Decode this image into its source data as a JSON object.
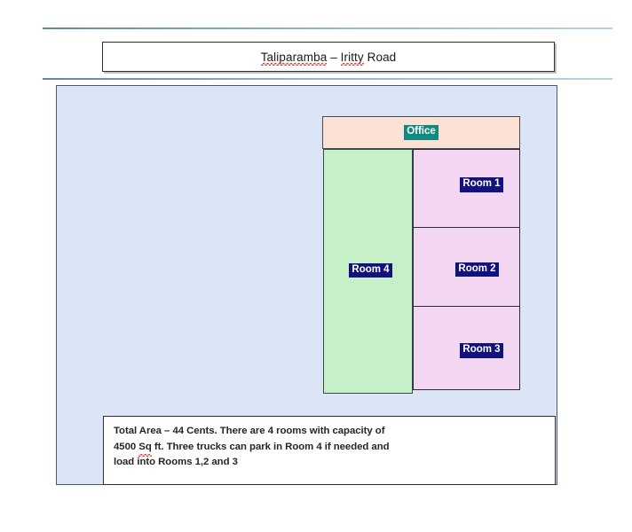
{
  "slide": {
    "title": {
      "full": "Taliparamba – Iritty Road",
      "part_1": "Taliparamba",
      "separator": " – ",
      "part_2": "Iritty",
      "part_3": " Road",
      "misspelled": [
        "Taliparamba",
        "Iritty"
      ]
    },
    "rules": {
      "color": "#5f8a9b",
      "count": 2
    }
  },
  "floorplan": {
    "background_color": "#dbe5f5",
    "border_color": "#4a5a6a",
    "office": {
      "label": "Office",
      "fill": "#fbe2d5",
      "highlight": "#0f8a80",
      "text_color": "#ffffff"
    },
    "rooms": [
      {
        "label": "Room 1",
        "fill": "#f2d6f2",
        "highlight": "#12127e",
        "text_color": "#ffffff"
      },
      {
        "label": "Room 2",
        "fill": "#f2d6f2",
        "highlight": "#12127e",
        "text_color": "#ffffff"
      },
      {
        "label": "Room 3",
        "fill": "#f2d6f2",
        "highlight": "#12127e",
        "text_color": "#ffffff"
      },
      {
        "label": "Room 4",
        "fill": "#c6f0c8",
        "highlight": "#12127e",
        "text_color": "#ffffff"
      }
    ]
  },
  "description": {
    "line_1": "Total Area – 44 Cents.  There are 4 rooms with capacity of",
    "line_2_a": "4500 ",
    "line_2_sp": "Sq",
    "line_2_b": " ft.  Three trucks can park in Room 4 if needed and",
    "line_3": "load into Rooms 1,2 and 3",
    "full_text": "Total Area – 44 Cents.  There are 4 rooms with capacity of 4500 Sq ft.  Three trucks can park in Room 4 if needed and load into Rooms 1,2 and 3",
    "misspelled": [
      "Sq"
    ],
    "total_area": "44 Cents",
    "room_count": 4,
    "capacity": "4500 Sq ft",
    "truck_capacity": 3
  }
}
